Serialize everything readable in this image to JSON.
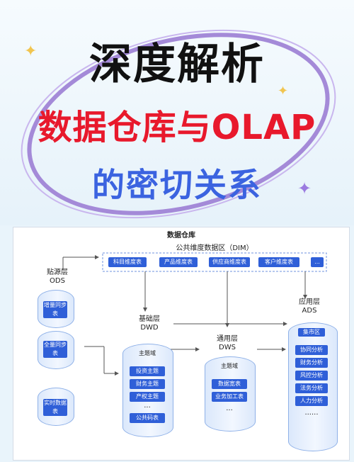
{
  "title": {
    "line1": "深度解析",
    "line2": "数据仓库与OLAP",
    "line3": "的密切关系"
  },
  "diagram": {
    "heading": "数据仓库",
    "dim_label": "公共维度数据区（DIM）",
    "dim_items": [
      "科目维度表",
      "产品维度表",
      "供应商维度表",
      "客户维度表",
      "..."
    ],
    "ods": {
      "label": "贴源层",
      "code": "ODS",
      "stores": [
        "增量同步表",
        "全量同步表",
        "实时数据表"
      ]
    },
    "dwd": {
      "label": "基础层",
      "code": "DWD",
      "header": "主题域",
      "items": [
        "投资主题",
        "财务主题",
        "产权主题",
        "...",
        "公共码表"
      ]
    },
    "dws": {
      "label": "通用层",
      "code": "DWS",
      "header": "主题域",
      "items": [
        "数据宽表",
        "业务加工表"
      ],
      "more": "..."
    },
    "ads": {
      "label": "应用层",
      "code": "ADS",
      "header": "集市区",
      "items": [
        "协同分析",
        "财务分析",
        "风控分析",
        "法务分析",
        "人力分析",
        "......"
      ]
    }
  }
}
